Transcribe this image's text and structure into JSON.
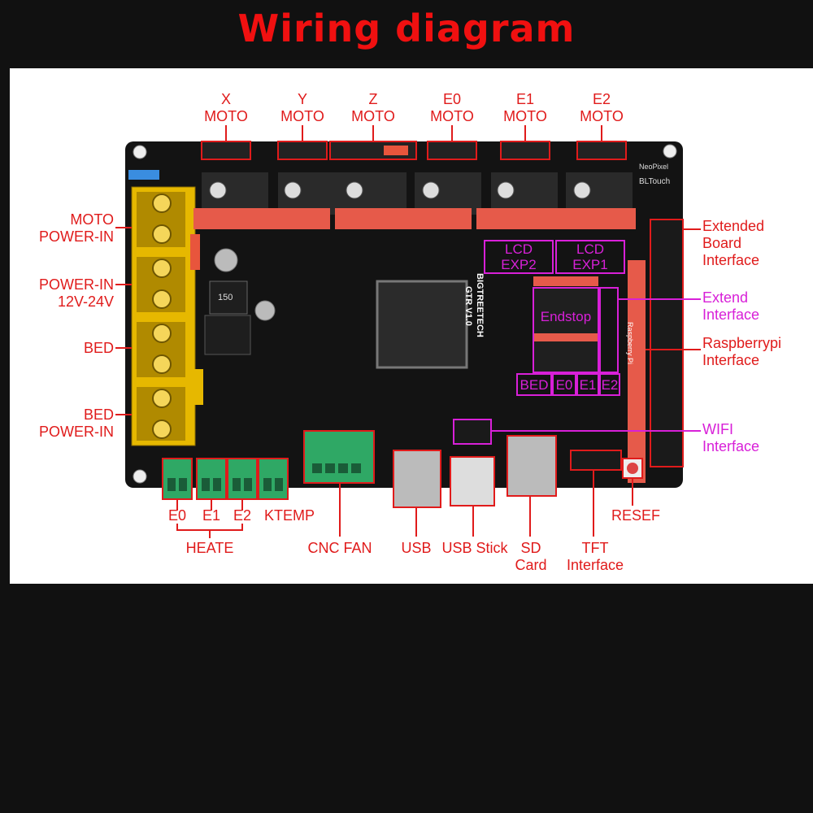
{
  "title": "Wiring diagram",
  "colors": {
    "label_red": "#e01b1b",
    "label_magenta": "#d820d8",
    "board": "#121212",
    "terminal_yellow": "#e6b800",
    "terminal_green": "#2fa865"
  },
  "top_labels": [
    {
      "line1": "X",
      "line2": "MOTO"
    },
    {
      "line1": "Y",
      "line2": "MOTO"
    },
    {
      "line1": "Z",
      "line2": "MOTO"
    },
    {
      "line1": "E0",
      "line2": "MOTO"
    },
    {
      "line1": "E1",
      "line2": "MOTO"
    },
    {
      "line1": "E2",
      "line2": "MOTO"
    }
  ],
  "left_labels": [
    {
      "line1": "MOTO",
      "line2": "POWER-IN"
    },
    {
      "line1": "POWER-IN",
      "line2": "12V-24V"
    },
    {
      "line1": "BED",
      "line2": ""
    },
    {
      "line1": "BED",
      "line2": "POWER-IN"
    }
  ],
  "right_labels": {
    "extended_board": [
      "Extended",
      "Board",
      "Interface"
    ],
    "extend": [
      "Extend",
      "Interface"
    ],
    "raspberrypi": [
      "Raspberrypi",
      "Interface"
    ],
    "wifi": [
      "WIFI",
      "Interface"
    ]
  },
  "bottom_labels": {
    "e0": "E0",
    "e1": "E1",
    "e2": "E2",
    "ktemp": "KTEMP",
    "heate": "HEATE",
    "cnc_fan": "CNC FAN",
    "usb": "USB",
    "usb_stick": "USB Stick",
    "sd": [
      "SD",
      "Card"
    ],
    "tft": [
      "TFT",
      "Interface"
    ],
    "resef": "RESEF"
  },
  "board_overlays": {
    "lcd_exp2": [
      "LCD",
      "EXP2"
    ],
    "lcd_exp1": [
      "LCD",
      "EXP1"
    ],
    "endstop": "Endstop",
    "endstop_cols": [
      "BED",
      "E0",
      "E1",
      "E2"
    ]
  },
  "board_print": {
    "mcu_brand": "BIGTREETECH",
    "mcu_model": "GTR V1.0",
    "inductor": "150",
    "raspberry": "Raspberry Pi",
    "bltouch": "BLTouch",
    "neopixel": "NeoPixel"
  }
}
